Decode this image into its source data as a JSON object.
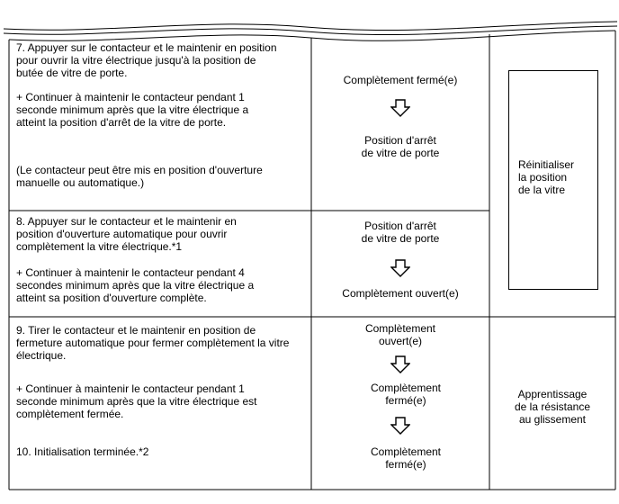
{
  "step7": {
    "instruction": "7. Appuyer sur le contacteur et le maintenir en position\npour ouvrir la vitre électrique jusqu'à la position de\nbutée de vitre de porte.",
    "continue": "+ Continuer à maintenir le contacteur pendant 1\nseconde minimum après que la vitre électrique a\natteint la position d'arrêt de la vitre de porte.",
    "note": "(Le contacteur peut être mis en position d'ouverture\nmanuelle ou automatique.)",
    "state_from": "Complètement fermé(e)",
    "state_to": "Position d'arrêt\nde vitre de porte"
  },
  "step8": {
    "instruction": "8. Appuyer sur le contacteur et le maintenir en\nposition d'ouverture automatique pour ouvrir\ncomplètement la vitre électrique.*1",
    "continue": "+ Continuer à maintenir le contacteur pendant 4\nsecondes minimum après que la vitre électrique a\natteint sa position d'ouverture complète.",
    "state_from": "Position d'arrêt\nde vitre de porte",
    "state_to": "Complètement ouvert(e)"
  },
  "step9": {
    "instruction": "9. Tirer le contacteur et le maintenir en position de\nfermeture automatique pour fermer complètement la vitre\nélectrique.",
    "continue": "+ Continuer à maintenir le contacteur pendant 1\nseconde minimum après que la vitre électrique est\ncomplètement fermée.",
    "final": "10. Initialisation terminée.*2",
    "state_1": "Complètement\nouvert(e)",
    "state_2": "Complètement\nfermé(e)",
    "state_3": "Complètement\nfermé(e)"
  },
  "results": {
    "reset": "Réinitialiser\nla position\nde la vitre",
    "learning": "Apprentissage\nde la résistance\nau glissement"
  }
}
